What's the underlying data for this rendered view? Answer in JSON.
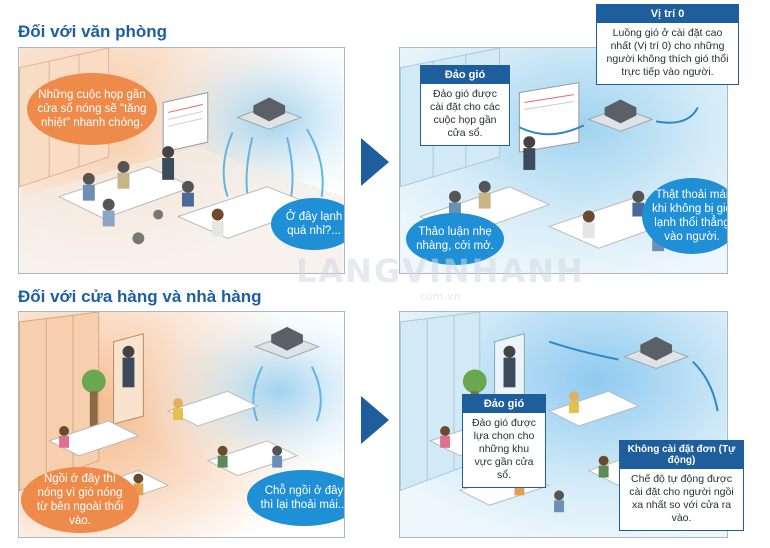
{
  "sections": {
    "office_title": "Đối với văn phòng",
    "store_title": "Đối với cửa hàng và nhà hàng"
  },
  "office_before": {
    "bubble_top": "Những cuộc họp gần cửa sổ nóng sẽ \"tăng nhiệt\" nhanh chóng.",
    "bubble_bottom": "Ở đây lạnh quá nhỉ?..."
  },
  "office_after": {
    "callout_swing_title": "Đảo gió",
    "callout_swing_body": "Đảo gió được cài đặt cho các cuộc họp gần cửa sổ.",
    "callout_pos_title": "Vị trí 0",
    "callout_pos_body": "Luồng gió ở cài đặt cao nhất (Vị trí 0) cho những người không thích gió thổi trực tiếp vào người.",
    "bubble_left": "Thảo luận nhẹ nhàng, cởi mở.",
    "bubble_right": "Thật thoải mái khi không bị gió lạnh thổi thẳng vào người."
  },
  "store_before": {
    "bubble_left": "Ngồi ở đây thì nóng vì gió nóng từ bên ngoài thổi vào.",
    "bubble_right": "Chỗ ngồi ở đây thì lại thoải mái..."
  },
  "store_after": {
    "callout_swing_title": "Đảo gió",
    "callout_swing_body": "Đảo gió được lựa chọn cho những khu vực gần cửa sổ.",
    "callout_auto_title": "Không cài đặt đơn (Tự động)",
    "callout_auto_body": "Chế độ tự động được cài đặt cho người ngồi xa nhất so với cửa ra vào."
  },
  "watermark": {
    "main": "LANGVINHANH",
    "sub": "com.vn"
  },
  "colors": {
    "heading": "#1c5fa5",
    "arrow": "#1f5e9c",
    "bubble_orange": "#ee8a4a",
    "bubble_blue": "#1f8fd6",
    "callout_header": "#1f5e9c"
  }
}
